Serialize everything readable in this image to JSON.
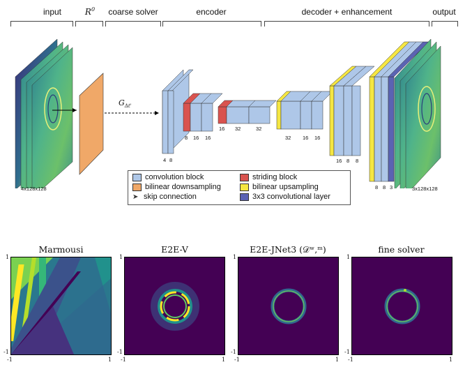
{
  "stages": {
    "input": "input",
    "r0": "R",
    "r0_sup": "0",
    "coarse_solver": "coarse solver",
    "encoder": "encoder",
    "decoder": "decoder + enhancement",
    "output": "output"
  },
  "operator_label": "G",
  "operator_sub": "Δt'",
  "input_dims": "4x128x128",
  "output_dims": "3x128x128",
  "channel_labels": {
    "enc_first": [
      "4",
      "8"
    ],
    "enc_mid1": [
      "8",
      "16",
      "16"
    ],
    "enc_mid2": [
      "16",
      "32",
      "32"
    ],
    "dec_1": [
      "32",
      "16",
      "16"
    ],
    "dec_2": [
      "16",
      "8",
      "8"
    ],
    "dec_3": [
      "8",
      "8",
      "3"
    ]
  },
  "legend": {
    "conv": "convolution block",
    "bilinear_down": "bilinear downsampling",
    "skip": "skip connection",
    "striding": "striding block",
    "bilinear_up": "bilinear upsampling",
    "conv3x3": "3x3 convolutional layer"
  },
  "colors": {
    "conv": "#aec7e8",
    "striding": "#d9534f",
    "downsampling": "#f0a868",
    "upsampling": "#f5e642",
    "conv3x3": "#5b63b3",
    "viridis_dark": "#440154"
  },
  "panels": [
    {
      "title": "Marmousi"
    },
    {
      "title": "E2E-V"
    },
    {
      "title": "E2E-JNet3 (𝒟ʷ,ᵐ)"
    },
    {
      "title": "fine solver"
    }
  ],
  "axis_ticks": {
    "min": "-1",
    "max": "1"
  }
}
